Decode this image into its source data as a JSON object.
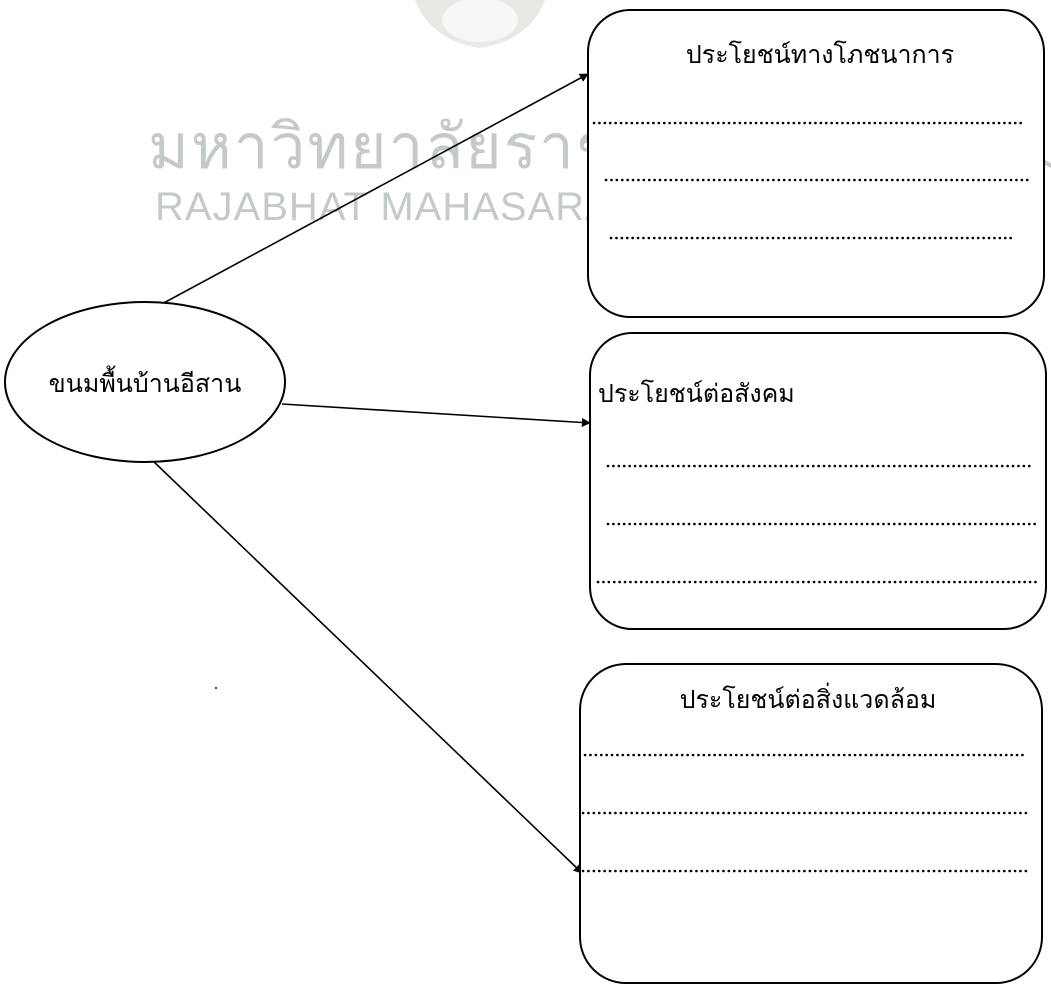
{
  "watermark": {
    "thai": "มหาวิทยาลัยราชภัฏมหาสารคาม",
    "english": "RAJABHAT MAHASARAKHAM UNIVERSITY"
  },
  "center": {
    "label": "ขนมพื้นบ้านอีสาน"
  },
  "boxes": [
    {
      "title": "ประโยชน์ทางโภชนาการ"
    },
    {
      "title": "ประโยชน์ต่อสังคม"
    },
    {
      "title": "ประโยชน์ต่อสิ่งแวดล้อม"
    }
  ]
}
